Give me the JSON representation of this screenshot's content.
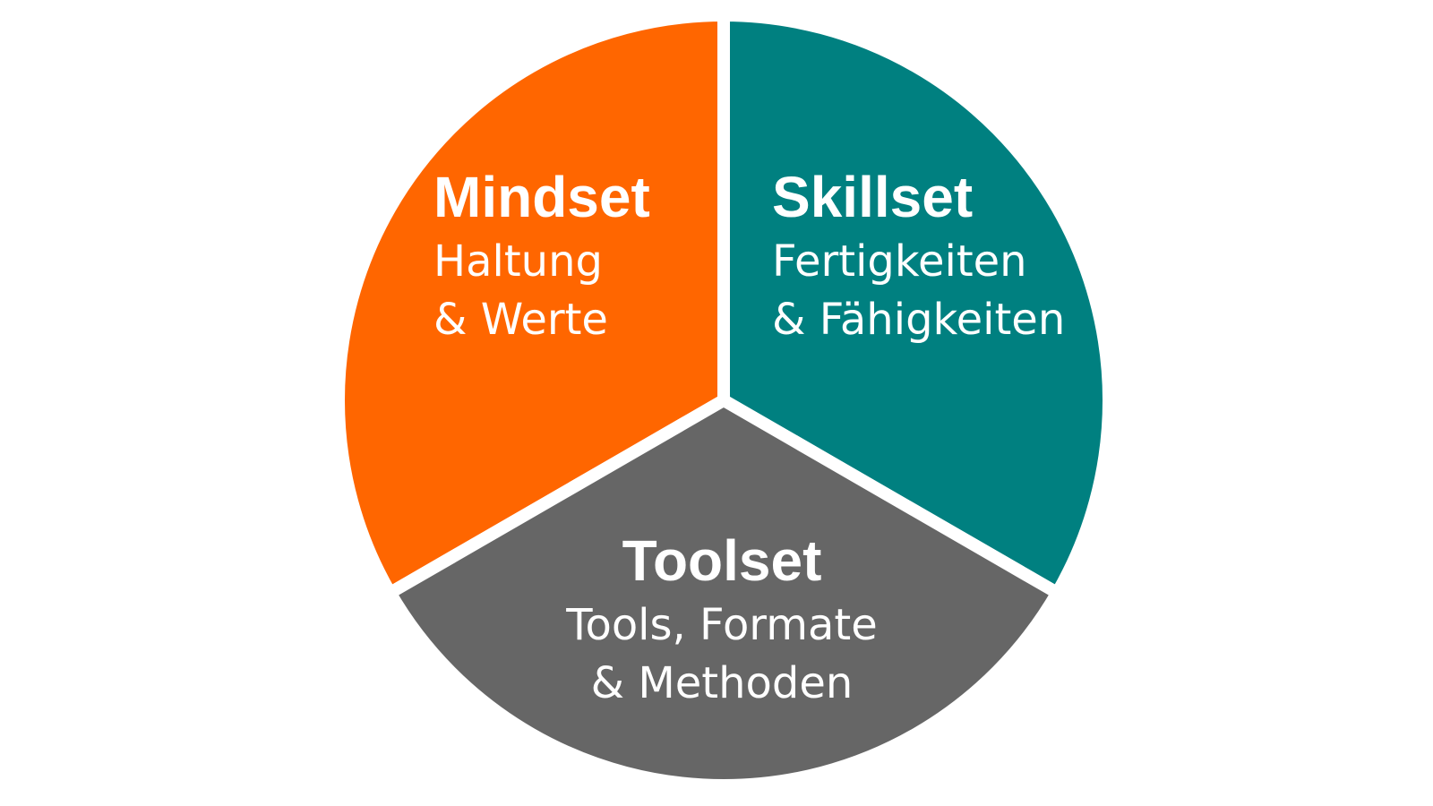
{
  "segments": [
    {
      "key": "mindset",
      "title": "Mindset",
      "line1": "Haltung",
      "line2": "& Werte",
      "color": "#FF6600"
    },
    {
      "key": "skillset",
      "title": "Skillset",
      "line1": "Fertigkeiten",
      "line2": "& Fähigkeiten",
      "color": "#008080"
    },
    {
      "key": "toolset",
      "title": "Toolset",
      "line1": "Tools, Formate",
      "line2": "& Methoden",
      "color": "#666666"
    }
  ]
}
